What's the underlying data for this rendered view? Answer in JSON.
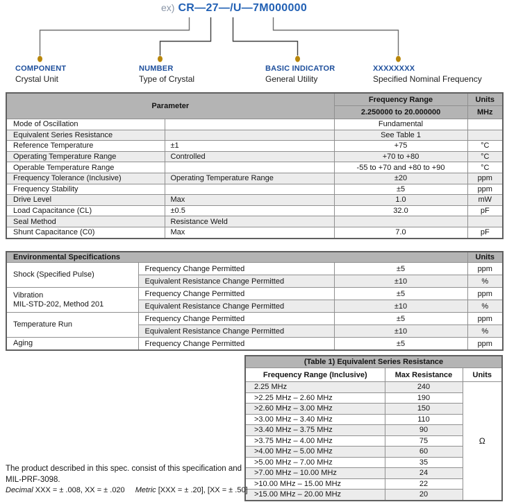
{
  "colors": {
    "part_number_blue": "#2160b4",
    "label_blue": "#1e4f9c",
    "example_prefix_gray": "#8b97a8",
    "gold_dot": "#b8860b",
    "table_header_gray": "#b4b4b4",
    "row_alt_gray": "#ececec"
  },
  "diagram": {
    "example_prefix": "ex)",
    "part_number": "CR—27—/U—7M000000",
    "labels": [
      {
        "title": "COMPONENT",
        "subtitle": "Crystal Unit"
      },
      {
        "title": "NUMBER",
        "subtitle": "Type of Crystal"
      },
      {
        "title": "BASIC INDICATOR",
        "subtitle": "General Utility"
      },
      {
        "title": "XXXXXXXX",
        "subtitle": "Specified Nominal Frequency"
      }
    ]
  },
  "spec_table": {
    "header": {
      "parameter": "Parameter",
      "frequency_range": "Frequency Range",
      "range_value": "2.250000 to 20.000000",
      "units": "Units",
      "units_value": "MHz"
    },
    "rows": [
      {
        "name": "Mode of Oscillation",
        "condition": "",
        "value": "Fundamental",
        "unit": ""
      },
      {
        "name": "Equivalent Series Resistance",
        "condition": "",
        "value": "See Table 1",
        "unit": ""
      },
      {
        "name": "Reference Temperature",
        "condition": "±1",
        "value": "+75",
        "unit": "°C"
      },
      {
        "name": "Operating Temperature Range",
        "condition": "Controlled",
        "value": "+70 to +80",
        "unit": "°C"
      },
      {
        "name": "Operable Temperature Range",
        "condition": "",
        "value": "-55 to +70 and +80 to +90",
        "unit": "°C"
      },
      {
        "name": "Frequency Tolerance (Inclusive)",
        "condition": "Operating Temperature Range",
        "value": "±20",
        "unit": "ppm"
      },
      {
        "name": "Frequency Stability",
        "condition": "",
        "value": "±5",
        "unit": "ppm"
      },
      {
        "name": "Drive Level",
        "condition": "Max",
        "value": "1.0",
        "unit": "mW"
      },
      {
        "name": "Load Capacitance (CL)",
        "condition": "±0.5",
        "value": "32.0",
        "unit": "pF"
      },
      {
        "name": "Seal Method",
        "condition": "Resistance Weld",
        "value": "",
        "unit": ""
      },
      {
        "name": "Shunt Capacitance (C0)",
        "condition": "Max",
        "value": "7.0",
        "unit": "pF"
      }
    ]
  },
  "env_table": {
    "title": "Environmental Specifications",
    "units_header": "Units",
    "groups": [
      {
        "name": "Shock (Specified Pulse)",
        "name_line2": "",
        "rows": [
          {
            "param": "Frequency Change Permitted",
            "value": "±5",
            "unit": "ppm"
          },
          {
            "param": "Equivalent Resistance Change Permitted",
            "value": "±10",
            "unit": "%"
          }
        ]
      },
      {
        "name": "Vibration",
        "name_line2": "MIL-STD-202, Method 201",
        "rows": [
          {
            "param": "Frequency Change Permitted",
            "value": "±5",
            "unit": "ppm"
          },
          {
            "param": "Equivalent Resistance Change Permitted",
            "value": "±10",
            "unit": "%"
          }
        ]
      },
      {
        "name": "Temperature Run",
        "name_line2": "",
        "rows": [
          {
            "param": "Frequency Change Permitted",
            "value": "±5",
            "unit": "ppm"
          },
          {
            "param": "Equivalent Resistance Change Permitted",
            "value": "±10",
            "unit": "%"
          }
        ]
      },
      {
        "name": "Aging",
        "name_line2": "",
        "rows": [
          {
            "param": "Frequency Change Permitted",
            "value": "±5",
            "unit": "ppm"
          }
        ]
      }
    ]
  },
  "esr_table": {
    "title": "(Table 1) Equivalent Series Resistance",
    "col_headers": [
      "Frequency Range (Inclusive)",
      "Max Resistance",
      "Units"
    ],
    "unit_symbol": "Ω",
    "rows": [
      {
        "range": "2.25 MHz",
        "max_resistance": "240"
      },
      {
        "range": ">2.25 MHz – 2.60 MHz",
        "max_resistance": "190"
      },
      {
        "range": ">2.60 MHz – 3.00 MHz",
        "max_resistance": "150"
      },
      {
        "range": ">3.00 MHz – 3.40 MHz",
        "max_resistance": "110"
      },
      {
        "range": ">3.40 MHz – 3.75 MHz",
        "max_resistance": "90"
      },
      {
        "range": ">3.75 MHz – 4.00 MHz",
        "max_resistance": "75"
      },
      {
        "range": ">4.00 MHz – 5.00 MHz",
        "max_resistance": "60"
      },
      {
        "range": ">5.00 MHz – 7.00 MHz",
        "max_resistance": "35"
      },
      {
        "range": ">7.00 MHz – 10.00 MHz",
        "max_resistance": "24"
      },
      {
        "range": ">10.00 MHz – 15.00 MHz",
        "max_resistance": "22"
      },
      {
        "range": ">15.00 MHz – 20.00 MHz",
        "max_resistance": "20"
      }
    ]
  },
  "notes": {
    "line1": "The product described in this spec. consist of this specification and",
    "line2": "MIL-PRF-3098.",
    "decimal_label": "Decimal",
    "decimal_values": "XXX = ± .008, XX = ± .020",
    "metric_label": "Metric",
    "metric_values": "[XXX = ± .20], [XX = ± .50]"
  }
}
